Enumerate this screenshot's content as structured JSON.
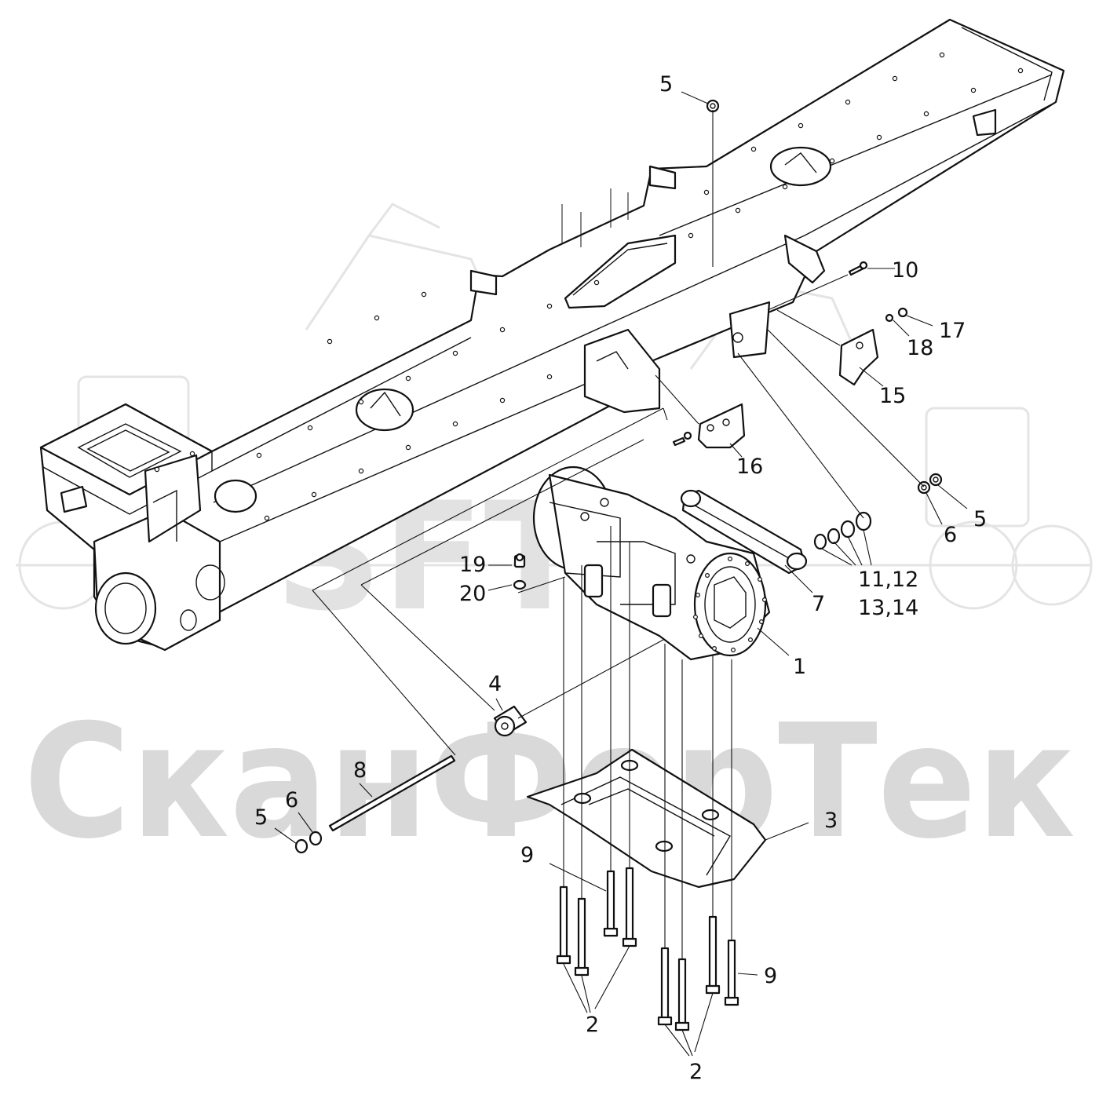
{
  "watermark": {
    "logo": "SFT",
    "brand": "СканФорТек"
  },
  "callouts": {
    "c1": "1",
    "c2a": "2",
    "c2b": "2",
    "c3": "3",
    "c4": "4",
    "c5a": "5",
    "c5b": "5",
    "c5c": "5",
    "c6a": "6",
    "c6b": "6",
    "c7": "7",
    "c8": "8",
    "c9a": "9",
    "c9b": "9",
    "c10": "10",
    "c11_12": "11,12",
    "c13_14": "13,14",
    "c15": "15",
    "c16": "16",
    "c17": "17",
    "c18": "18",
    "c19": "19",
    "c20": "20"
  },
  "colors": {
    "line": "#111111",
    "watermark": "#d9d9d9",
    "background": "#ffffff"
  }
}
